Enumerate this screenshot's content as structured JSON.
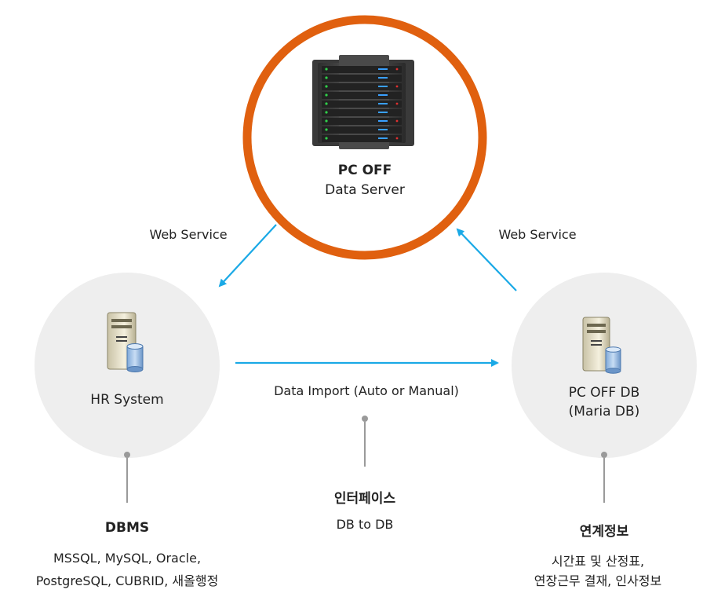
{
  "data_server": {
    "title": "PC OFF",
    "subtitle": "Data Server"
  },
  "hr_system": {
    "label": "HR System",
    "note_title": "DBMS",
    "note_lines": [
      "MSSQL, MySQL, Oracle,",
      "PostgreSQL, CUBRID, 새올행정"
    ]
  },
  "pcoff_db": {
    "label_line1": "PC OFF DB",
    "label_line2": "(Maria DB)",
    "note_title": "연계정보",
    "note_lines": [
      "시간표 및 산정표,",
      "연장근무 결재, 인사정보"
    ]
  },
  "links": {
    "left_web_service": "Web Service",
    "right_web_service": "Web Service",
    "data_import": "Data Import (Auto or Manual)"
  },
  "interface": {
    "title": "인터페이스",
    "subtitle": "DB to DB"
  },
  "colors": {
    "ring": "#e0600f",
    "arrow": "#1aa9e6",
    "node_bg": "#eeeeee",
    "connector": "#9a9a9a"
  }
}
